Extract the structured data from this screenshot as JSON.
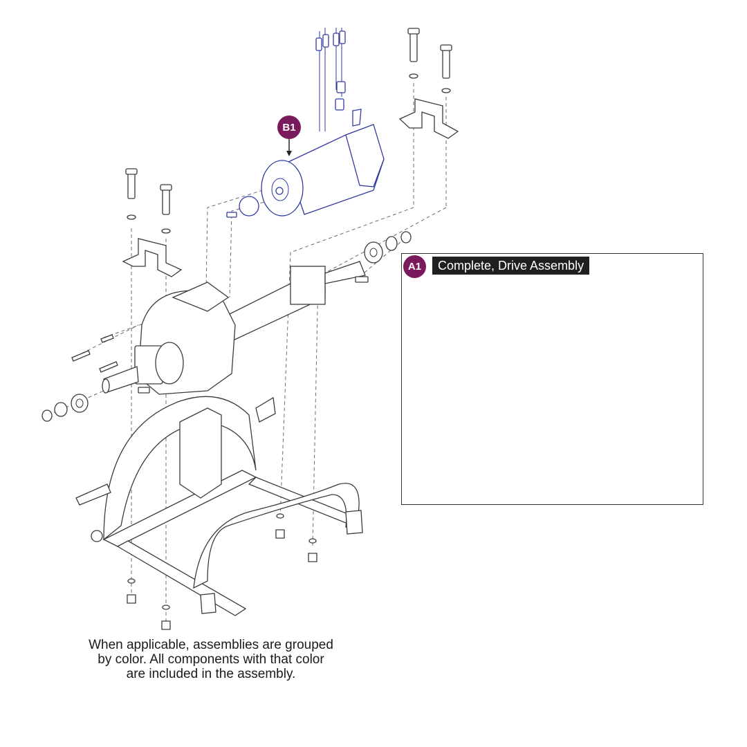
{
  "callouts": {
    "b1": {
      "label": "B1",
      "color": "#7a1a5c"
    },
    "a1": {
      "label": "A1",
      "color": "#7a1a5c"
    }
  },
  "inset": {
    "title": "Complete, Drive Assembly"
  },
  "legend_colors": {
    "motor_assembly": "#2f3aa0",
    "drive_assembly": "#1e8a4a",
    "callout_badge": "#7a1a5c"
  },
  "footnote": {
    "line1": "When applicable, assemblies are grouped",
    "line2": "by color. All components with that color",
    "line3": "are included in the assembly."
  }
}
